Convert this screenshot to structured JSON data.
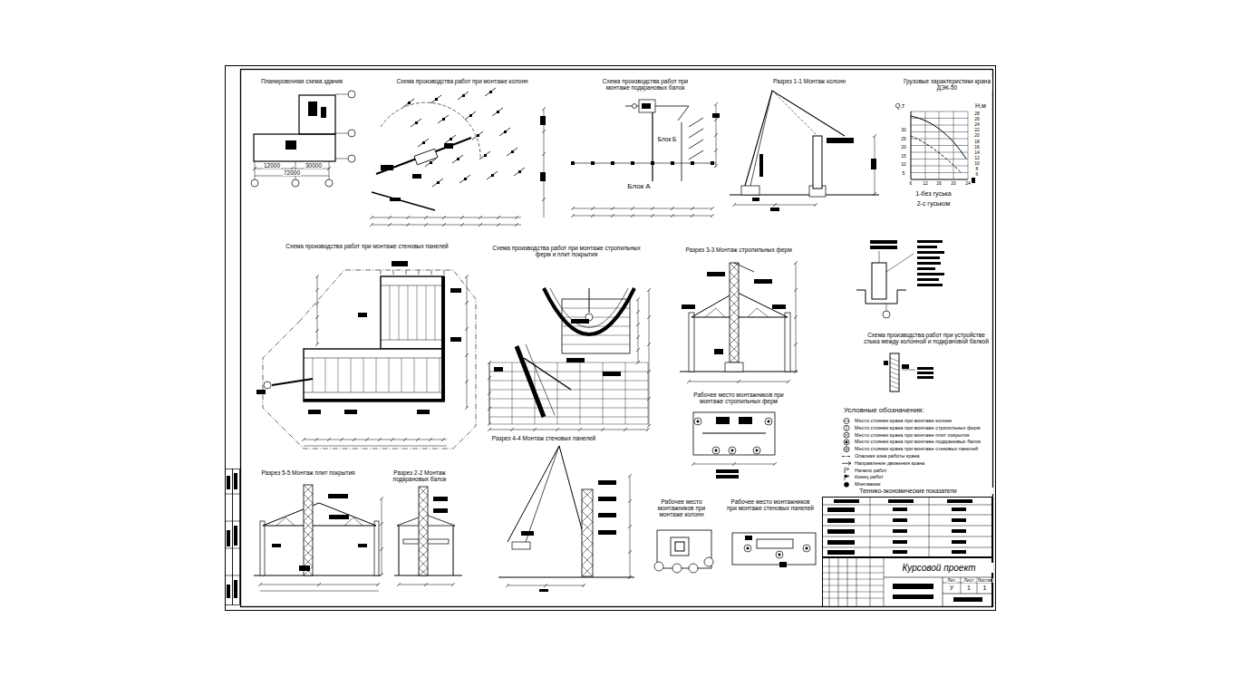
{
  "diagram": {
    "nodes": [
      {
        "text": [
          "Технико-экономические показатели"
        ]
      },
      {
        "text": [
          "Курсовой проект"
        ]
      }
    ],
    "labels": [
      "Планировочная схема здания",
      "12000",
      "30000",
      "72000",
      "Схема производства работ при монтаже колонн",
      "Схема производства работ при монтаже подкрановых балок",
      "Блок А",
      "Блок Б",
      "Разрез 1-1 Монтаж колонн",
      "Грузовые характеристики крана ДЭК-50",
      "Q,т",
      "H,м",
      "1-без гуська",
      "2-с гуськом",
      "Схема производства работ при монтаже стеновых панелей",
      "Схема производства работ при монтаже стропильных ферм и плит покрытия",
      "Разрез 3-3 Монтаж стропильных ферм",
      "Рабочее место монтажников при монтаже стропильных ферм",
      "Схема производства работ при устройстве стыка между колонной и подкрановой балкой",
      "Условные обозначения:",
      "Разрез 5-5 Монтаж плит покрытия",
      "Разрез 2-2 Монтаж подкрановых балок",
      "Разрез 4-4 Монтаж стеновых панелей",
      "Рабочее место монтажников при монтаже колонн",
      "Рабочее место монтажников при монтаже стеновых панелей",
      "Лит.",
      "Лист",
      "Листов",
      "У",
      "1",
      "1",
      "6",
      "12",
      "16",
      "20",
      "24",
      "30",
      "25",
      "20",
      "15",
      "10",
      "5",
      "28",
      "26",
      "24",
      "22",
      "20",
      "18",
      "16",
      "14",
      "12",
      "10",
      "8",
      "6"
    ],
    "legend": [
      {
        "text": "Место стоянки крана при монтаже колонн"
      },
      {
        "text": "Место стоянки крана при монтаже стропильных ферм"
      },
      {
        "text": "Место стоянки крана при монтаже плит покрытия"
      },
      {
        "text": "Место стоянки крана при монтаже подкрановых балок"
      },
      {
        "text": "Место стоянки крана при монтаже стеновых панелей"
      },
      {
        "text": "Опасная зона работы крана"
      },
      {
        "text": "Направление движения крана"
      },
      {
        "text": "Начало работ"
      },
      {
        "text": "Конец работ"
      },
      {
        "text": "Монтажник"
      }
    ]
  }
}
